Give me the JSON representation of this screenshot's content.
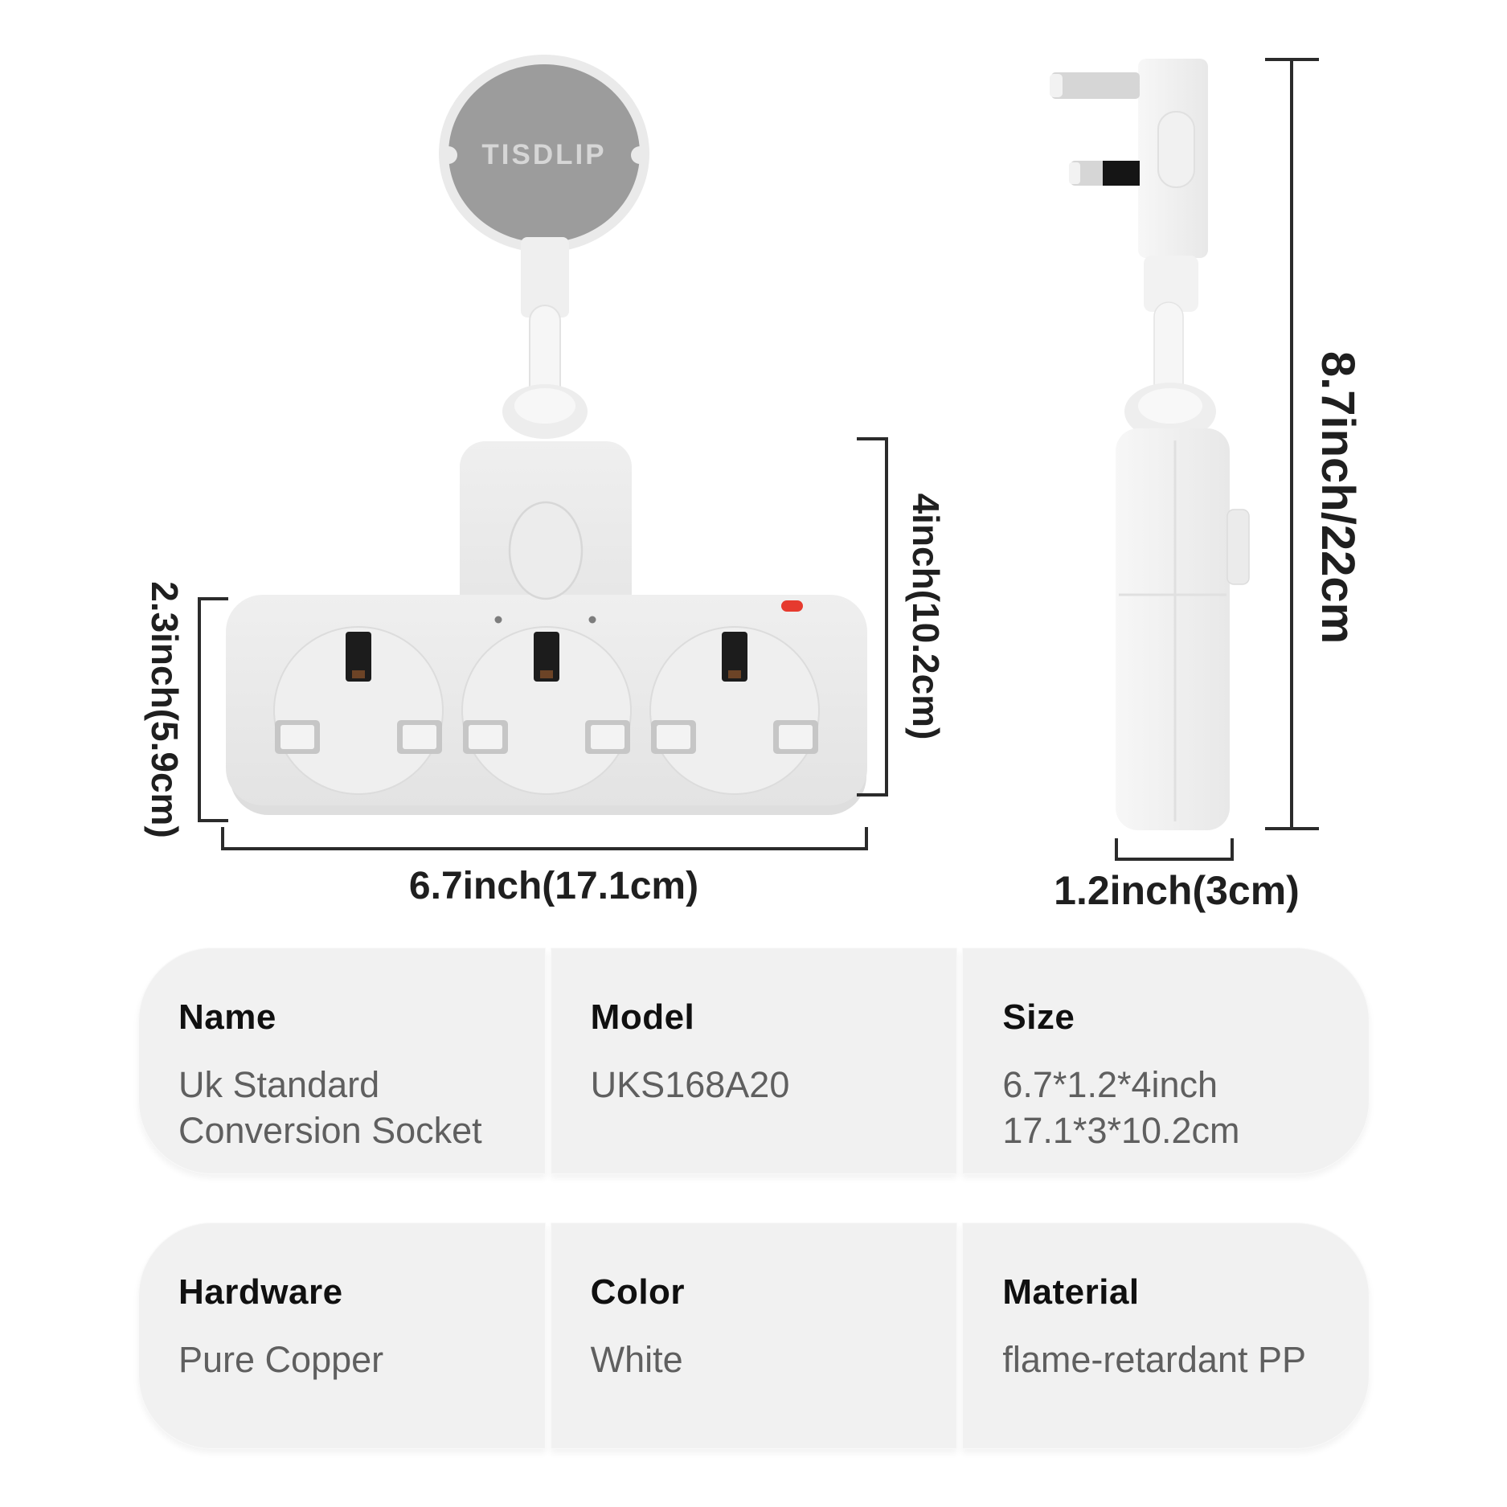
{
  "brand_badge": {
    "label": "TISDLIP"
  },
  "front_view": {
    "dim_socket_height": "2.3inch(5.9cm)",
    "dim_total_height": "4inch(10.2cm)",
    "dim_width": "6.7inch(17.1cm)"
  },
  "side_view": {
    "dim_height": "8.7inch/22cm",
    "dim_depth": "1.2inch(3cm)"
  },
  "spec_table": {
    "rows": [
      [
        {
          "label": "Name",
          "lines": [
            "Uk Standard",
            "Conversion Socket"
          ]
        },
        {
          "label": "Model",
          "lines": [
            "UKS168A20"
          ]
        },
        {
          "label": "Size",
          "lines": [
            "6.7*1.2*4inch",
            "17.1*3*10.2cm"
          ]
        }
      ],
      [
        {
          "label": "Hardware",
          "lines": [
            "Pure Copper"
          ]
        },
        {
          "label": "Color",
          "lines": [
            "White"
          ]
        },
        {
          "label": "Material",
          "lines": [
            "flame-retardant PP"
          ]
        }
      ]
    ]
  },
  "colors": {
    "led_indicator": "#e63a2e",
    "badge_gray": "#9c9c9c",
    "dimension_line": "#2b2b2b",
    "table_cell_bg": "#f1f1f1"
  }
}
